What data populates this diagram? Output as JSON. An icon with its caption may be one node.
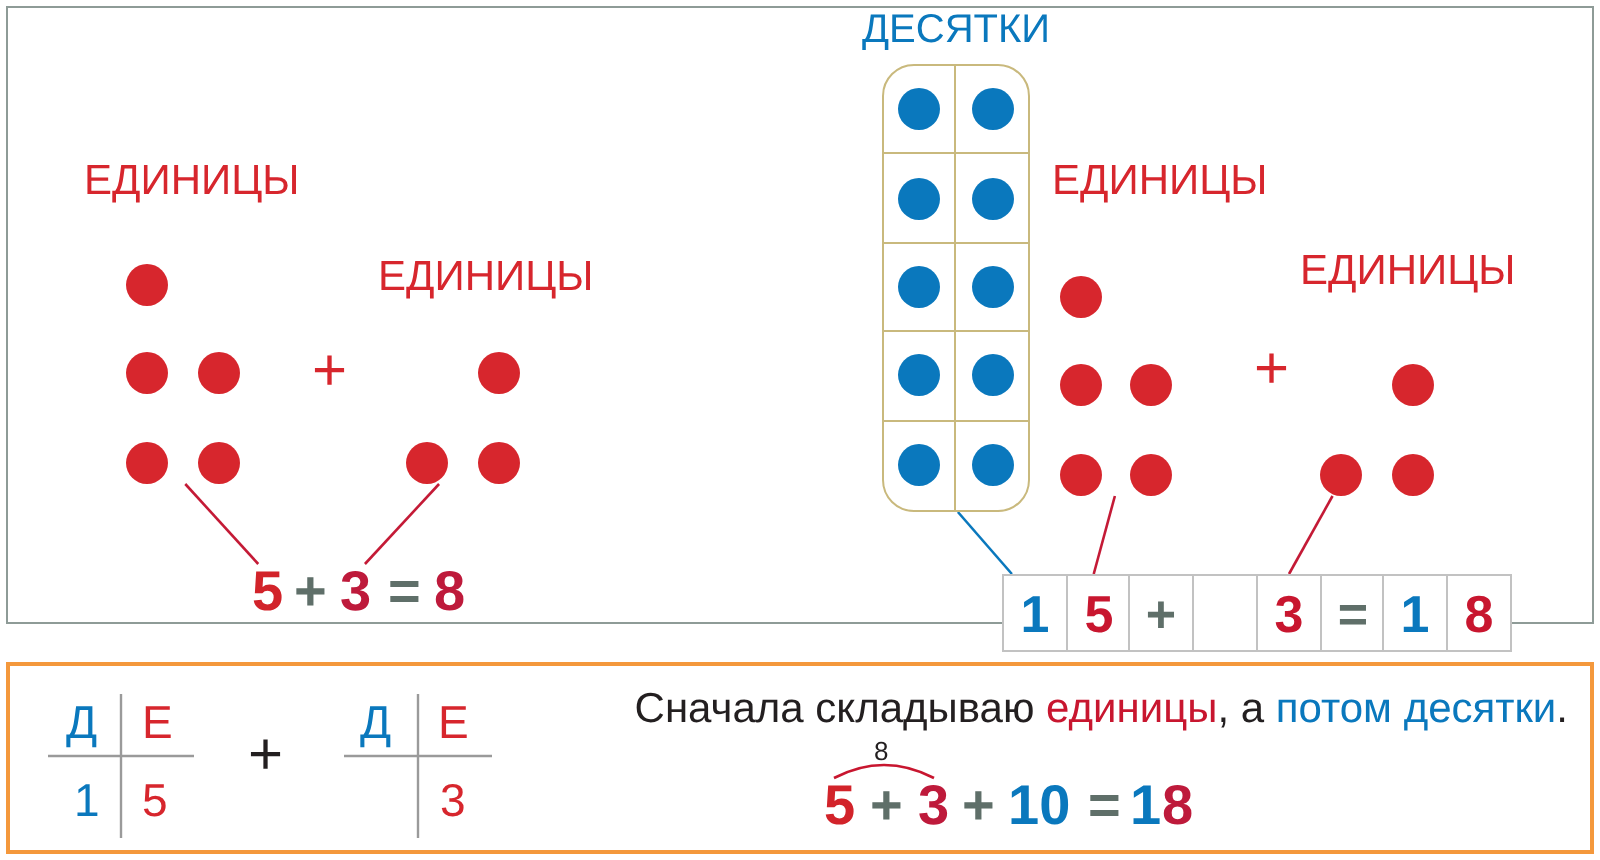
{
  "diagram": {
    "nodes": [
      {
        "text": [],
        "shape": "box"
      },
      {
        "text": [],
        "shape": "picture",
        "in": 0
      },
      {
        "text": [],
        "shape": "picture",
        "in": 0
      },
      {
        "text": [
          "5"
        ],
        "in": 0
      },
      {
        "text": [
          "3"
        ],
        "in": 0
      },
      {
        "text": [
          "ДЕСЯТКИ"
        ],
        "in": 0
      },
      {
        "text": [],
        "shape": "picture",
        "in": 0
      },
      {
        "text": [],
        "shape": "picture",
        "in": 0
      },
      {
        "text": [
          "1"
        ]
      },
      {
        "text": [
          "5"
        ]
      },
      {
        "text": [
          "+"
        ]
      },
      {
        "text": [],
        "shape": "box"
      },
      {
        "text": [
          "3"
        ]
      },
      {
        "text": [
          "="
        ]
      },
      {
        "text": [
          "1"
        ]
      },
      {
        "text": [
          "8"
        ]
      },
      {
        "text": [],
        "shape": "box"
      }
    ],
    "edges": [
      {
        "from": 1,
        "to": 3,
        "arrow": "none"
      },
      {
        "from": 2,
        "to": 4,
        "arrow": "none"
      },
      {
        "from": 5,
        "to": 8,
        "arrow": "none",
        "color": "#0a78bd"
      },
      {
        "from": 6,
        "to": 9,
        "arrow": "none"
      },
      {
        "from": 7,
        "to": 12,
        "arrow": "none"
      }
    ],
    "labels": [
      "ЕДИНИЦЫ",
      "ЕДИНИЦЫ",
      "+",
      "+",
      "=",
      "8",
      "ЕДИНИЦЫ",
      "ЕДИНИЦЫ",
      "+",
      "Д",
      "Е",
      "1",
      "5",
      "+",
      "Д",
      "Е",
      "3",
      "Сначала складываю **единицы**, а *потом десятки*.",
      "8",
      "5",
      "+",
      "3",
      "+",
      "10",
      "=",
      "1",
      "8"
    ]
  }
}
